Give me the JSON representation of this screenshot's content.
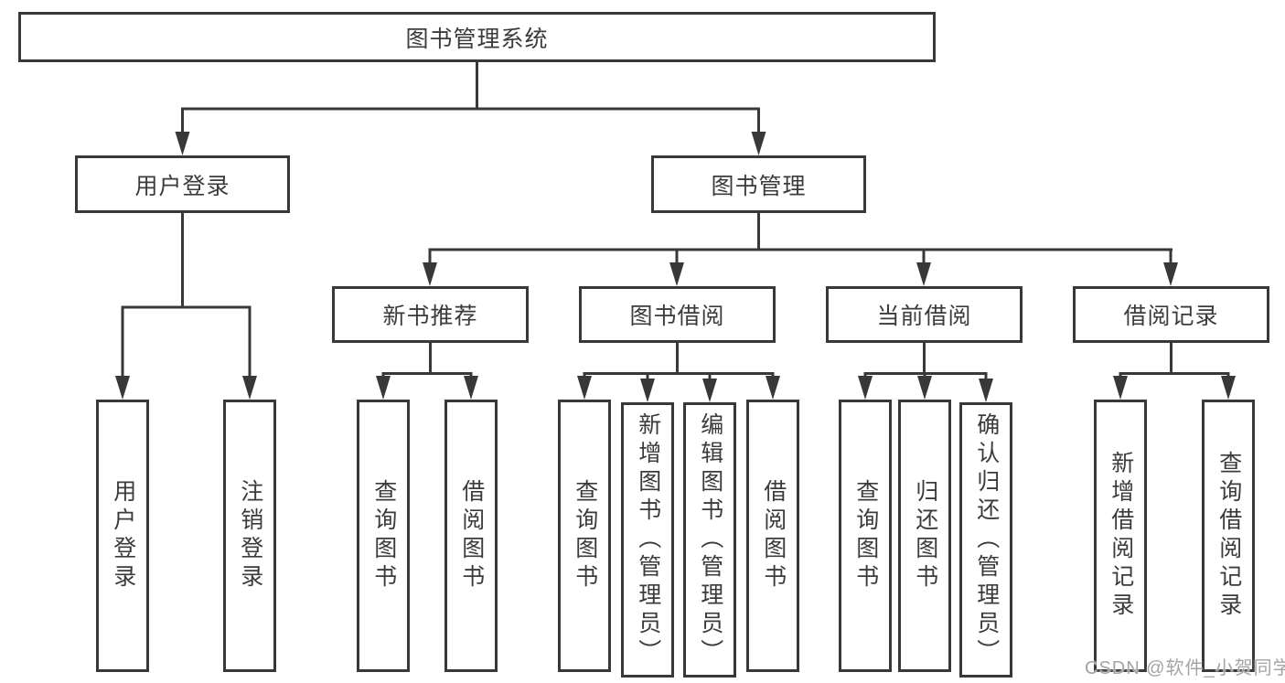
{
  "diagram": {
    "type": "feature-tree",
    "line_color": "#383838",
    "text_color": "#3b3b3b",
    "background_color": "#ffffff",
    "root": {
      "label": "图书管理系统",
      "children": [
        {
          "label": "用户登录",
          "children": [
            {
              "label": "用户登录"
            },
            {
              "label": "注销登录"
            }
          ]
        },
        {
          "label": "图书管理",
          "children": [
            {
              "label": "新书推荐",
              "children": [
                {
                  "label": "查询图书"
                },
                {
                  "label": "借阅图书"
                }
              ]
            },
            {
              "label": "图书借阅",
              "children": [
                {
                  "label": "查询图书"
                },
                {
                  "label": "新增图书（管理员）"
                },
                {
                  "label": "编辑图书（管理员）"
                },
                {
                  "label": "借阅图书"
                }
              ]
            },
            {
              "label": "当前借阅",
              "children": [
                {
                  "label": "查询图书"
                },
                {
                  "label": "归还图书"
                },
                {
                  "label": "确认归还（管理员）"
                }
              ]
            },
            {
              "label": "借阅记录",
              "children": [
                {
                  "label": "新增借阅记录"
                },
                {
                  "label": "查询借阅记录"
                }
              ]
            }
          ]
        }
      ]
    }
  },
  "watermark": {
    "text": "CSDN @软件_小贺同学"
  }
}
